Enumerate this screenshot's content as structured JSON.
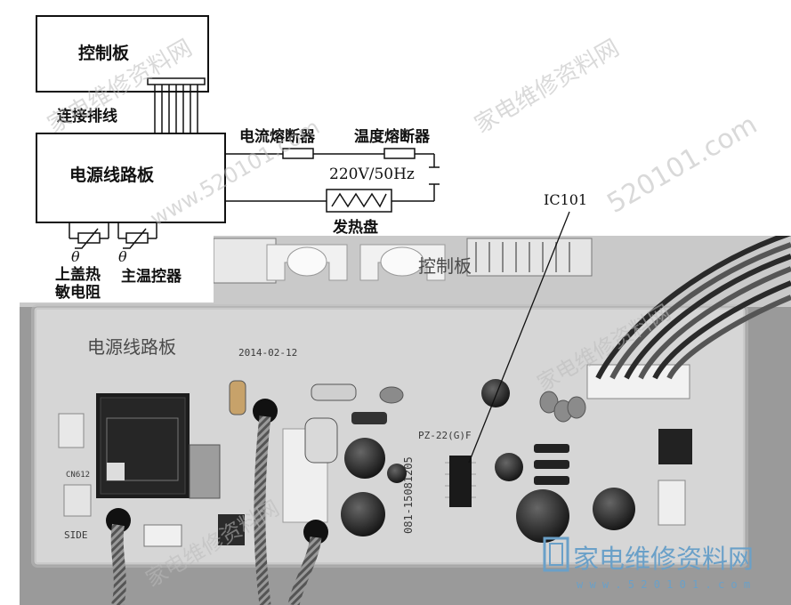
{
  "schematic": {
    "control_board": "控制板",
    "ribbon_cable": "连接排线",
    "power_board": "电源线路板",
    "current_fuse": "电流熔断器",
    "temp_fuse": "温度熔断器",
    "supply": "220V/50Hz",
    "heating_plate": "发热盘",
    "theta_1": "θ",
    "theta_2": "θ",
    "lid_thermistor_line1": "上盖热",
    "lid_thermistor_line2": "敏电阻",
    "main_thermostat": "主温控器"
  },
  "photo": {
    "ic_callout": "IC101",
    "pcb_title": "电源线路板",
    "date": "2014-02-12",
    "model": "PZ-22(G)F",
    "serial": "081-15081205",
    "control_label": "控制板",
    "side": "SIDE",
    "cn612": "CN612"
  },
  "watermark": {
    "site": "家电维修资料网",
    "url": "www.520101.com",
    "url_short": "520101.com",
    "footer_url": "w w w . 5 2 0 1 0 1 . c o m"
  },
  "colors": {
    "ink": "#111111",
    "pcb_board": "#d6d6d6",
    "photo_bg": "#8e8e8e",
    "watermark_logo": "#6aa0c8"
  }
}
